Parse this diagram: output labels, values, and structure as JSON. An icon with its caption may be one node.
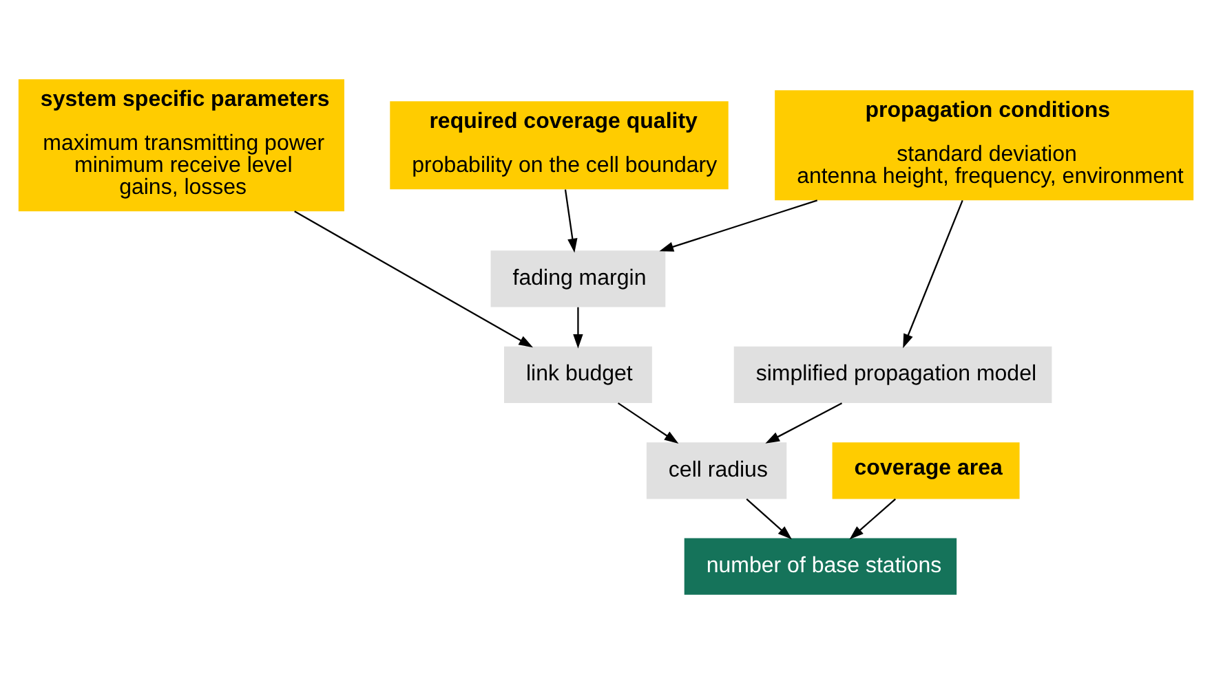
{
  "diagram": {
    "nodes": [
      {
        "text": [
          "system specific parameters",
          "maximum transmitting power",
          "minimum receive level",
          "gains, losses"
        ]
      },
      {
        "text": [
          "required coverage quality",
          "probability on the cell boundary"
        ]
      },
      {
        "text": [
          "propagation conditions",
          "standard deviation",
          "antenna height, frequency, environment"
        ]
      },
      {
        "text": [
          "fading margin"
        ]
      },
      {
        "text": [
          "link budget"
        ]
      },
      {
        "text": [
          "simplified propagation model"
        ]
      },
      {
        "text": [
          "coverage area"
        ]
      },
      {
        "text": [
          "cell radius"
        ]
      },
      {
        "text": [
          "number of base stations"
        ]
      }
    ],
    "edges": [
      {
        "from": 0,
        "to": 4,
        "arrow": "to"
      },
      {
        "from": 1,
        "to": 3,
        "arrow": "to"
      },
      {
        "from": 2,
        "to": 3,
        "arrow": "to"
      },
      {
        "from": 2,
        "to": 5,
        "arrow": "to"
      },
      {
        "from": 3,
        "to": 4,
        "arrow": "to"
      },
      {
        "from": 4,
        "to": 7,
        "arrow": "to"
      },
      {
        "from": 5,
        "to": 7,
        "arrow": "to"
      },
      {
        "from": 6,
        "to": 8,
        "arrow": "to"
      },
      {
        "from": 7,
        "to": 8,
        "arrow": "to"
      }
    ]
  }
}
